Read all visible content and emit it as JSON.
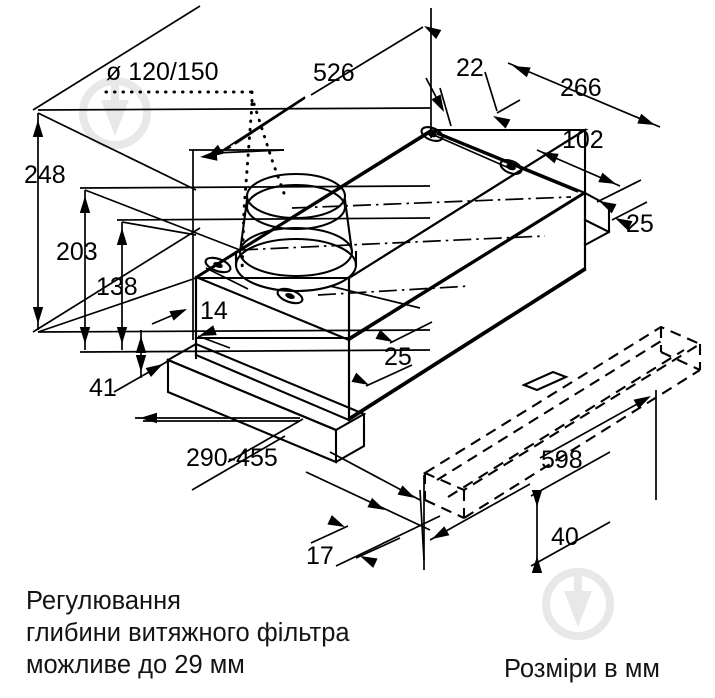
{
  "document": {
    "type": "technical-dimension-drawing",
    "subject": "telescopic-cooker-hood",
    "projection": "isometric",
    "units_note": "Розміри в мм"
  },
  "labels": {
    "duct_diameter": "ø 120/150",
    "d526": "526",
    "d22": "22",
    "d266": "266",
    "d102": "102",
    "d25_right": "25",
    "d248": "248",
    "d203": "203",
    "d138": "138",
    "d14": "14",
    "d25_center": "25",
    "d41": "41",
    "d290_455": "290-455",
    "d17": "17",
    "d598": "598",
    "d40": "40"
  },
  "captions": {
    "note_line1": "Регулювання",
    "note_line2": "глибини витяжного фільтра",
    "note_line3": "можливе до 29 мм",
    "units": "Розміри в мм"
  },
  "colors": {
    "line": "#000000",
    "background": "#ffffff",
    "watermark": "#e8e8e8",
    "text": "#141414"
  },
  "chart_data": {
    "type": "table",
    "title": "Розміри витяжки (мм)",
    "categories": [
      "ø 120/150",
      "526",
      "22",
      "266",
      "102",
      "25",
      "248",
      "203",
      "138",
      "14",
      "25",
      "41",
      "290-455",
      "17",
      "598",
      "40"
    ],
    "values": [
      150,
      526,
      22,
      266,
      102,
      25,
      248,
      203,
      138,
      14,
      25,
      41,
      455,
      17,
      598,
      40
    ],
    "annotations": [
      "Регулювання глибини витяжного фільтра можливе до 29 мм",
      "Розміри в мм"
    ]
  }
}
